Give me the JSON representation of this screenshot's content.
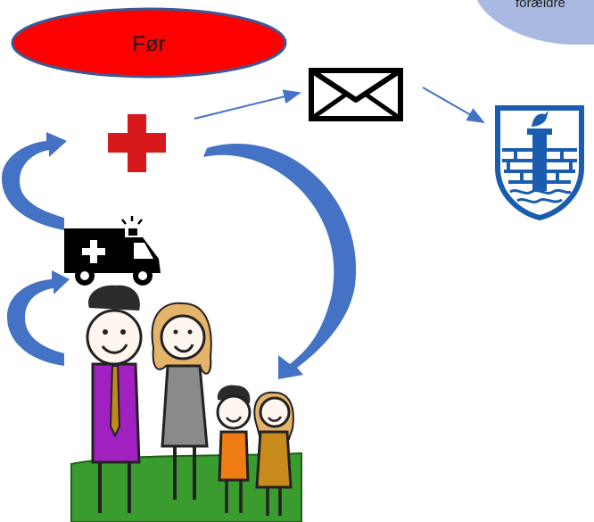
{
  "title_label": "Før",
  "note_label": "forældre",
  "colors": {
    "title_fill": "#ff0000",
    "title_stroke": "#3b5998",
    "note_fill": "#a9b9e2",
    "cross": "#d7191c",
    "arrow": "#4472c4",
    "ambulance": "#000000",
    "crest_blue": "#1a5db0",
    "grass": "#3a9b2e"
  },
  "icons": [
    "red-cross-icon",
    "envelope-icon",
    "coat-of-arms-icon",
    "ambulance-icon",
    "family-illustration"
  ]
}
